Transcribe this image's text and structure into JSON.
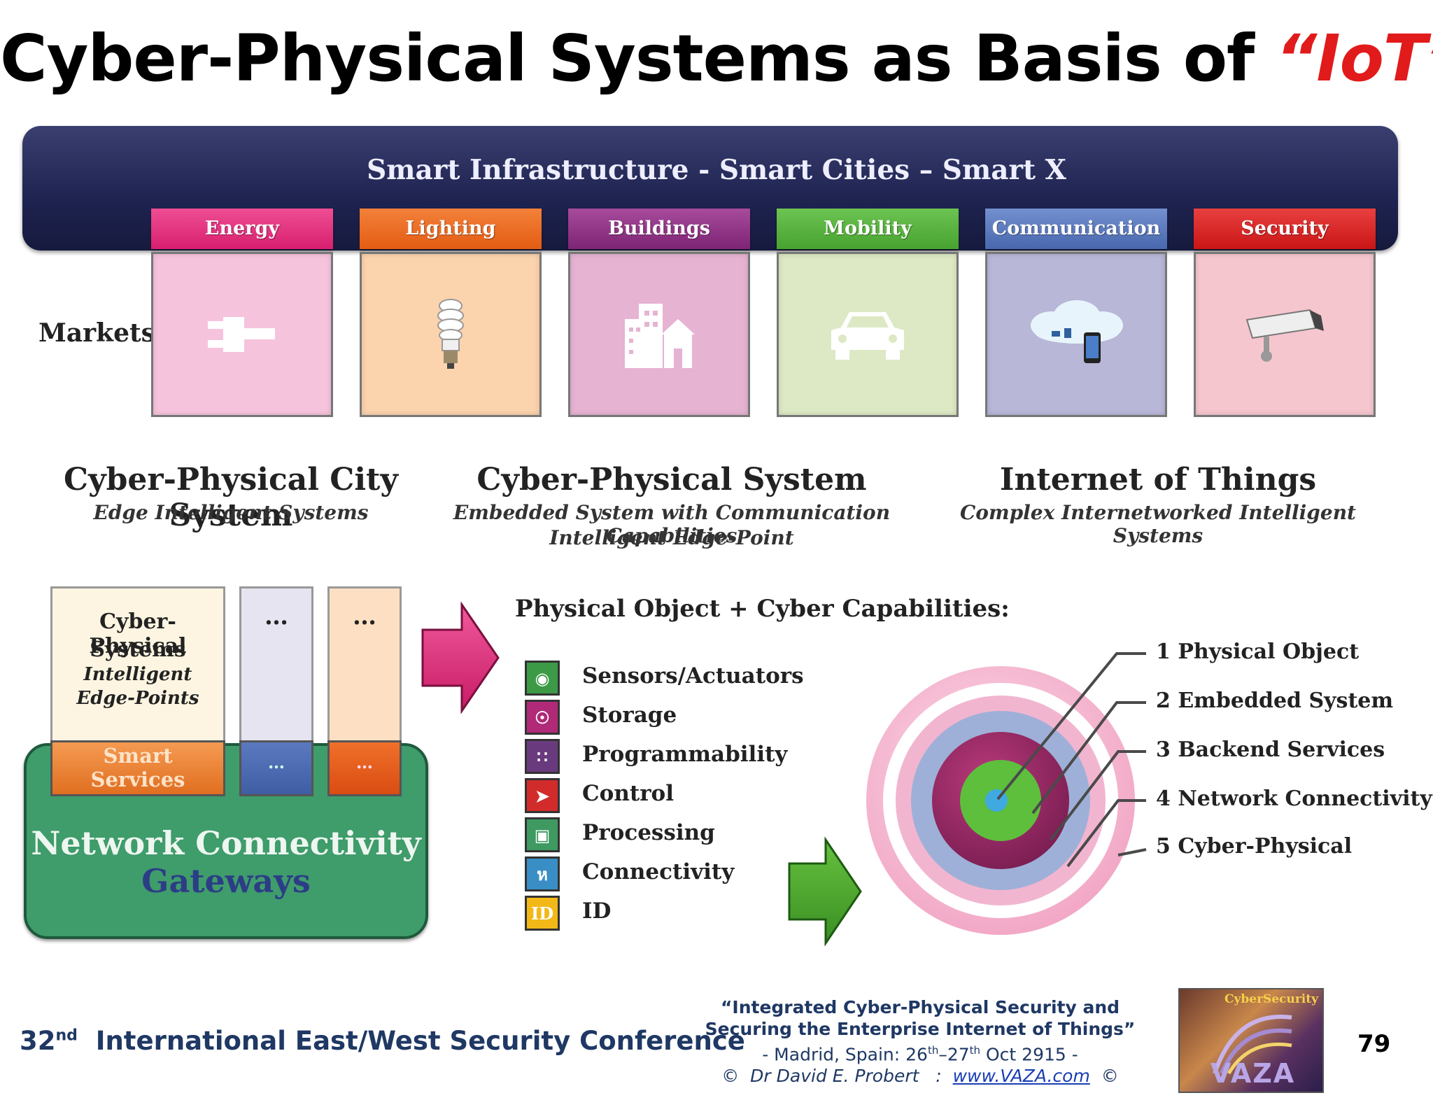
{
  "title": {
    "main": "Cyber-Physical Systems as Basis of ",
    "highlight": "“IoT”"
  },
  "infrastructure": {
    "label": "Smart Infrastructure - Smart Cities – Smart X"
  },
  "markets": {
    "label": "Markets",
    "items": [
      {
        "name": "Energy",
        "icon": "plug-icon",
        "head_color": "#e0287a",
        "body_color": "#f6c3dc"
      },
      {
        "name": "Lighting",
        "icon": "light-bulb-icon",
        "head_color": "#e8641b",
        "body_color": "#fbd3ad"
      },
      {
        "name": "Buildings",
        "icon": "buildings-icon",
        "head_color": "#8e2f84",
        "body_color": "#e6b3d2"
      },
      {
        "name": "Mobility",
        "icon": "car-icon",
        "head_color": "#55b23a",
        "body_color": "#dde9c4"
      },
      {
        "name": "Communication",
        "icon": "cloud-phone-icon",
        "head_color": "#5777bd",
        "body_color": "#b8b7d8"
      },
      {
        "name": "Security",
        "icon": "security-camera-icon",
        "head_color": "#d92124",
        "body_color": "#f6c6cf"
      }
    ]
  },
  "sections": {
    "city": {
      "title": "Cyber-Physical City System",
      "subtitle": "Edge Intelligent Systems"
    },
    "cps": {
      "title": "Cyber-Physical System",
      "subtitle_1": "Embedded System with Communication Capabilities",
      "subtitle_2": "Intelligent Edge-Point"
    },
    "iot": {
      "title": "Internet of Things",
      "subtitle": "Complex Internetworked Intelligent Systems"
    }
  },
  "gateway": {
    "col_title_1": "Cyber-Physical",
    "col_title_2": "Systems",
    "col_subtitle_1": "Intelligent",
    "col_subtitle_2": "Edge-Points",
    "services_1": "Smart",
    "services_2": "Services",
    "ellipsis": "…",
    "network": "Network Connectivity",
    "gateways": "Gateways"
  },
  "capabilities": {
    "title": "Physical Object + Cyber Capabilities:",
    "items": [
      {
        "label": "Sensors/Actuators",
        "icon": "eye-icon",
        "color": "#3c9a47",
        "glyph": "◉"
      },
      {
        "label": "Storage",
        "icon": "storage-icon",
        "color": "#b02a78",
        "glyph": "☉"
      },
      {
        "label": "Programmability",
        "icon": "circuit-icon",
        "color": "#6a3a7e",
        "glyph": "∷"
      },
      {
        "label": "Control",
        "icon": "cursor-icon",
        "color": "#d22b2b",
        "glyph": "➤"
      },
      {
        "label": "Processing",
        "icon": "chip-icon",
        "color": "#3f9a62",
        "glyph": "▣"
      },
      {
        "label": "Connectivity",
        "icon": "antenna-icon",
        "color": "#3a8ec6",
        "glyph": "ห"
      },
      {
        "label": "ID",
        "icon": "id-icon",
        "color": "#f2b817",
        "glyph": "ID"
      }
    ]
  },
  "layers": [
    "1 Physical Object",
    "2 Embedded System",
    "3 Backend Services",
    "4 Network Connectivity",
    "5 Cyber-Physical"
  ],
  "footer": {
    "conference_num": "32",
    "conference_sup": "nd",
    "conference_name": "International East/West Security Conference",
    "talk_line1": "“Integrated Cyber-Physical Security and",
    "talk_line2": "Securing the Enterprise Internet of Things”",
    "location_pre": "- Madrid, Spain: 26",
    "location_sup1": "th",
    "location_mid": "–27",
    "location_sup2": "th",
    "location_post": " Oct 2915 -",
    "copyright_pre": "©  Dr David E. Probert   :  ",
    "website": "www.VAZA.com",
    "copyright_post": "  ©",
    "logo_text_top": "CyberSecurity",
    "logo_text_bottom": "VAZA",
    "page_number": "79"
  }
}
